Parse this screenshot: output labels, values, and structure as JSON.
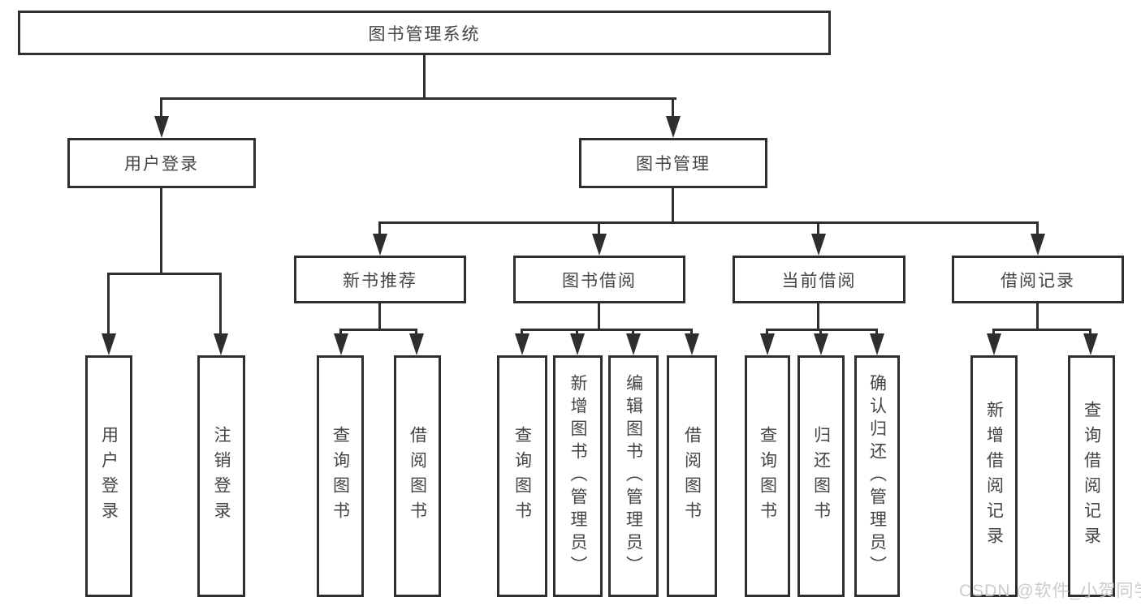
{
  "diagram": {
    "root": "图书管理系统",
    "branches": [
      {
        "label": "用户登录",
        "children": [
          {
            "label": "用户登录"
          },
          {
            "label": "注销登录"
          }
        ]
      },
      {
        "label": "图书管理",
        "children": [
          {
            "label": "新书推荐",
            "children": [
              {
                "label": "查询图书"
              },
              {
                "label": "借阅图书"
              }
            ]
          },
          {
            "label": "图书借阅",
            "children": [
              {
                "label": "查询图书"
              },
              {
                "label": "新增图书（管理员）"
              },
              {
                "label": "编辑图书（管理员）"
              },
              {
                "label": "借阅图书"
              }
            ]
          },
          {
            "label": "当前借阅",
            "children": [
              {
                "label": "查询图书"
              },
              {
                "label": "归还图书"
              },
              {
                "label": "确认归还（管理员）"
              }
            ]
          },
          {
            "label": "借阅记录",
            "children": [
              {
                "label": "新增借阅记录"
              },
              {
                "label": "查询借阅记录"
              }
            ]
          }
        ]
      }
    ],
    "watermark": "CSDN @软件_小贺同学",
    "colors": {
      "line": "#2e2e2e",
      "text": "#444444",
      "background": "#ffffff",
      "watermark": "#c9c9c9"
    }
  }
}
